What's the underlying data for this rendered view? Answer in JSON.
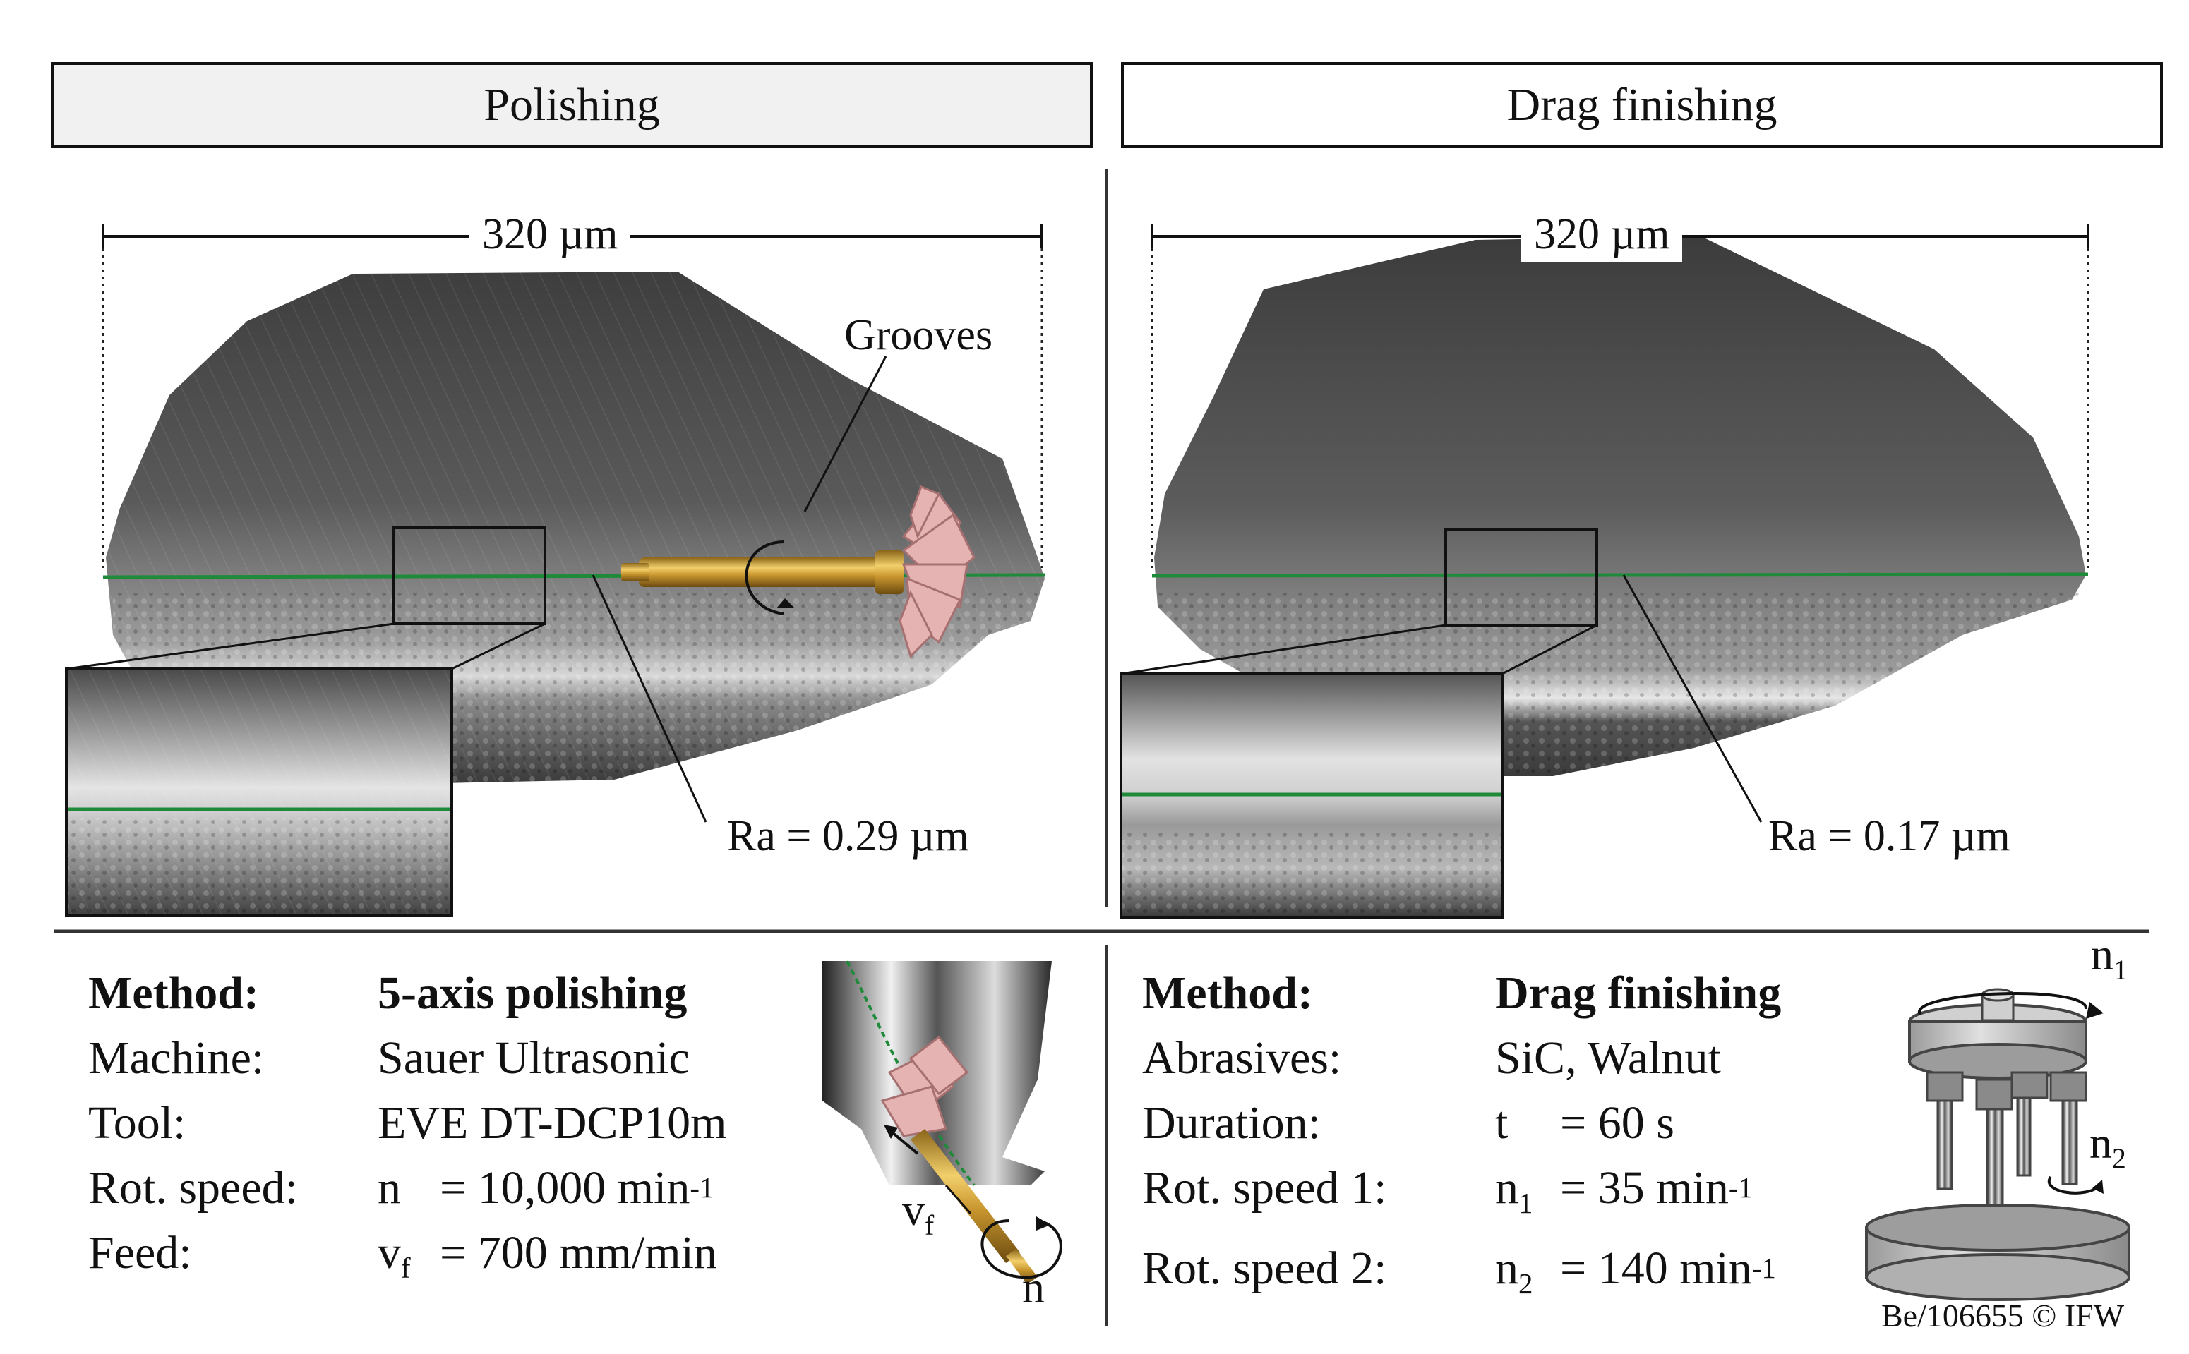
{
  "panels": {
    "left": {
      "title": "Polishing",
      "scale_label": "320 µm",
      "annotation": "Grooves",
      "ra_label": "Ra = 0.29 µm"
    },
    "right": {
      "title": "Drag finishing",
      "scale_label": "320 µm",
      "ra_label": "Ra = 0.17 µm"
    }
  },
  "left_table": {
    "method_key": "Method:",
    "method_val": "5-axis polishing",
    "machine_key": "Machine:",
    "machine_val": "Sauer Ultrasonic",
    "tool_key": "Tool:",
    "tool_val": "EVE DT-DCP10m",
    "speed_key": "Rot. speed:",
    "speed_sym": "n",
    "speed_val": "= 10,000 min",
    "feed_key": "Feed:",
    "feed_sym": "v",
    "feed_sub": "f",
    "feed_val": "= 700 mm/min",
    "unit_exp": "-1"
  },
  "right_table": {
    "method_key": "Method:",
    "method_val": "Drag finishing",
    "abrasives_key": "Abrasives:",
    "abrasives_val": "SiC, Walnut",
    "duration_key": "Duration:",
    "duration_sym": "t",
    "duration_val": "= 60 s",
    "speed1_key": "Rot. speed 1:",
    "speed1_sym": "n",
    "speed1_sub": "1",
    "speed1_val": "= 35 min",
    "speed2_key": "Rot. speed 2:",
    "speed2_sym": "n",
    "speed2_sub": "2",
    "speed2_val": "= 140 min",
    "unit_exp": "-1"
  },
  "illustration_labels": {
    "vf_sym": "v",
    "vf_sub": "f",
    "n": "n",
    "n1_sym": "n",
    "n1_sub": "1",
    "n2_sym": "n",
    "n2_sub": "2"
  },
  "credit": "Be/106655 © IFW",
  "colors": {
    "profile_line": "#1f8a3a",
    "polish_tool": "#c9962e",
    "polish_wheel": "#e6b3b3",
    "surface_dark": "#4a4a4a"
  }
}
